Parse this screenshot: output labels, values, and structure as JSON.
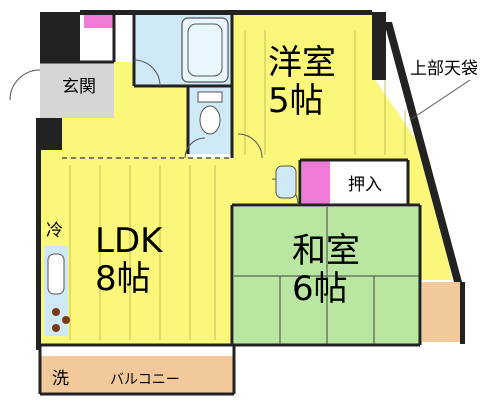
{
  "rooms": {
    "western": {
      "name": "洋室",
      "size": "5帖"
    },
    "ldk": {
      "name": "LDK",
      "size": "8帖"
    },
    "japanese": {
      "name": "和室",
      "size": "6帖"
    }
  },
  "labels": {
    "entrance": "玄関",
    "closet": "押入",
    "upper_storage": "上部天袋",
    "fridge": "冷",
    "washer": "洗",
    "balcony": "バルコニー"
  },
  "colors": {
    "yellow": "#fbf77a",
    "green": "#b9e6a0",
    "pink": "#f07bd6",
    "blue": "#cfe9f7",
    "tan": "#f1c99a",
    "wall": "#222222",
    "gray": "#d6d6d6"
  }
}
